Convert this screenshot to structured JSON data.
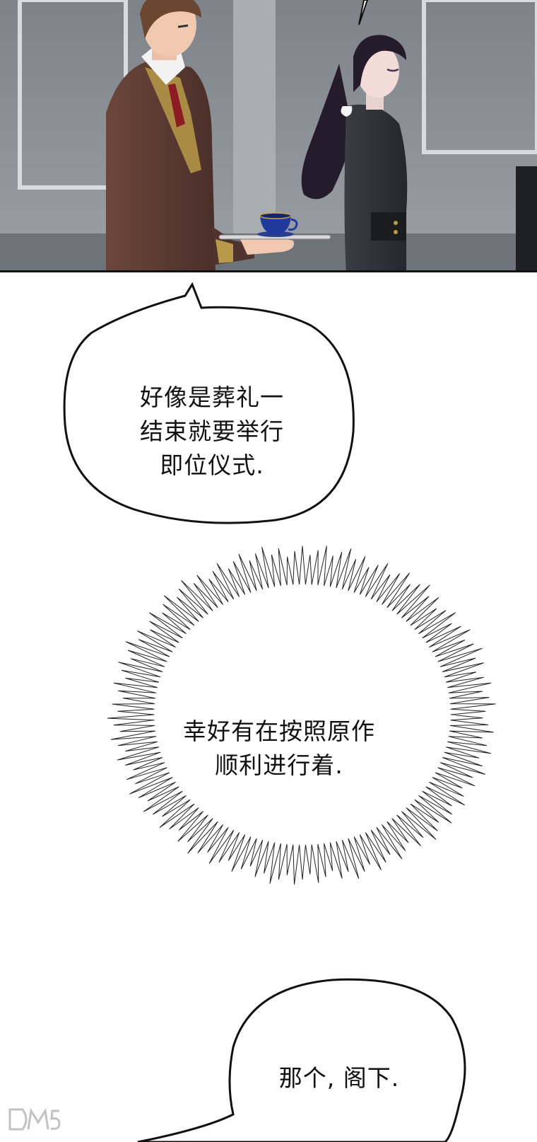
{
  "panel_top": {
    "colors": {
      "wall": "#8d9196",
      "wall_dark": "#5c6168",
      "man_jacket": "#5a3a32",
      "gold_trim": "#b89a4a",
      "woman_dress": "#2f3338",
      "woman_hair": "#241c2a",
      "cup": "#1f3a9a",
      "skin": "#f0c9b0",
      "hair_brown": "#6b4630"
    }
  },
  "bubbles": {
    "speech1": {
      "lines": [
        "好像是葬礼一",
        "结束就要举行",
        "即位仪式."
      ]
    },
    "thought": {
      "lines": [
        "幸好有在按照原作",
        "顺利进行着."
      ]
    },
    "speech2": {
      "lines": [
        "那个, 阁下."
      ]
    }
  },
  "watermarks": {
    "left_logo_icon": "dm5-logo-icon"
  }
}
